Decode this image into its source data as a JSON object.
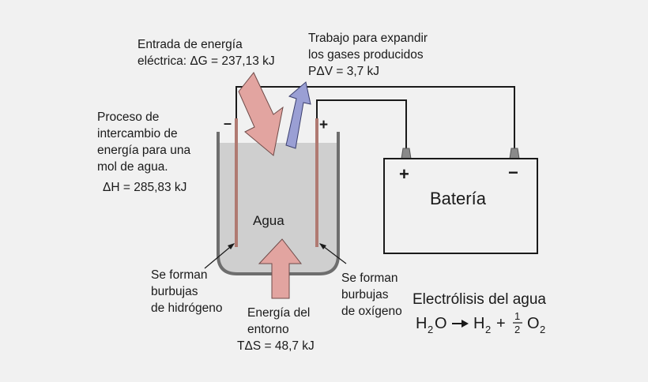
{
  "labels": {
    "input_energy_line1": "Entrada de energía",
    "input_energy_line2": "eléctrica: ΔG = 237,13 kJ",
    "work_line1": "Trabajo para expandir",
    "work_line2": "los gases producidos",
    "work_line3": "PΔV = 3,7 kJ",
    "process_line1": "Proceso de",
    "process_line2": "intercambio de",
    "process_line3": "energía para una",
    "process_line4": "mol de agua.",
    "enthalpy": "ΔH = 285,83 kJ",
    "water": "Agua",
    "hydrogen_line1": "Se forman",
    "hydrogen_line2": "burbujas",
    "hydrogen_line3": "de hidrógeno",
    "oxygen_line1": "Se forman",
    "oxygen_line2": "burbujas",
    "oxygen_line3": "de oxígeno",
    "env_line1": "Energía del",
    "env_line2": "entorno",
    "env_line3": "TΔS = 48,7 kJ",
    "battery": "Batería",
    "battery_plus": "+",
    "battery_minus": "−",
    "electrode_minus": "–",
    "electrode_plus": "+",
    "title": "Electrólisis del agua"
  },
  "equation": {
    "h": "H",
    "two": "2",
    "o": "O",
    "plus": "+",
    "one": "1"
  },
  "colors": {
    "background": "#f1f1f1",
    "water": "#cfcfcf",
    "container": "#6e6e6e",
    "electrode": "#b07a72",
    "arrow_red": "#e2a4a0",
    "arrow_blue": "#9a9fd4",
    "terminal": "#8a8a8a"
  }
}
